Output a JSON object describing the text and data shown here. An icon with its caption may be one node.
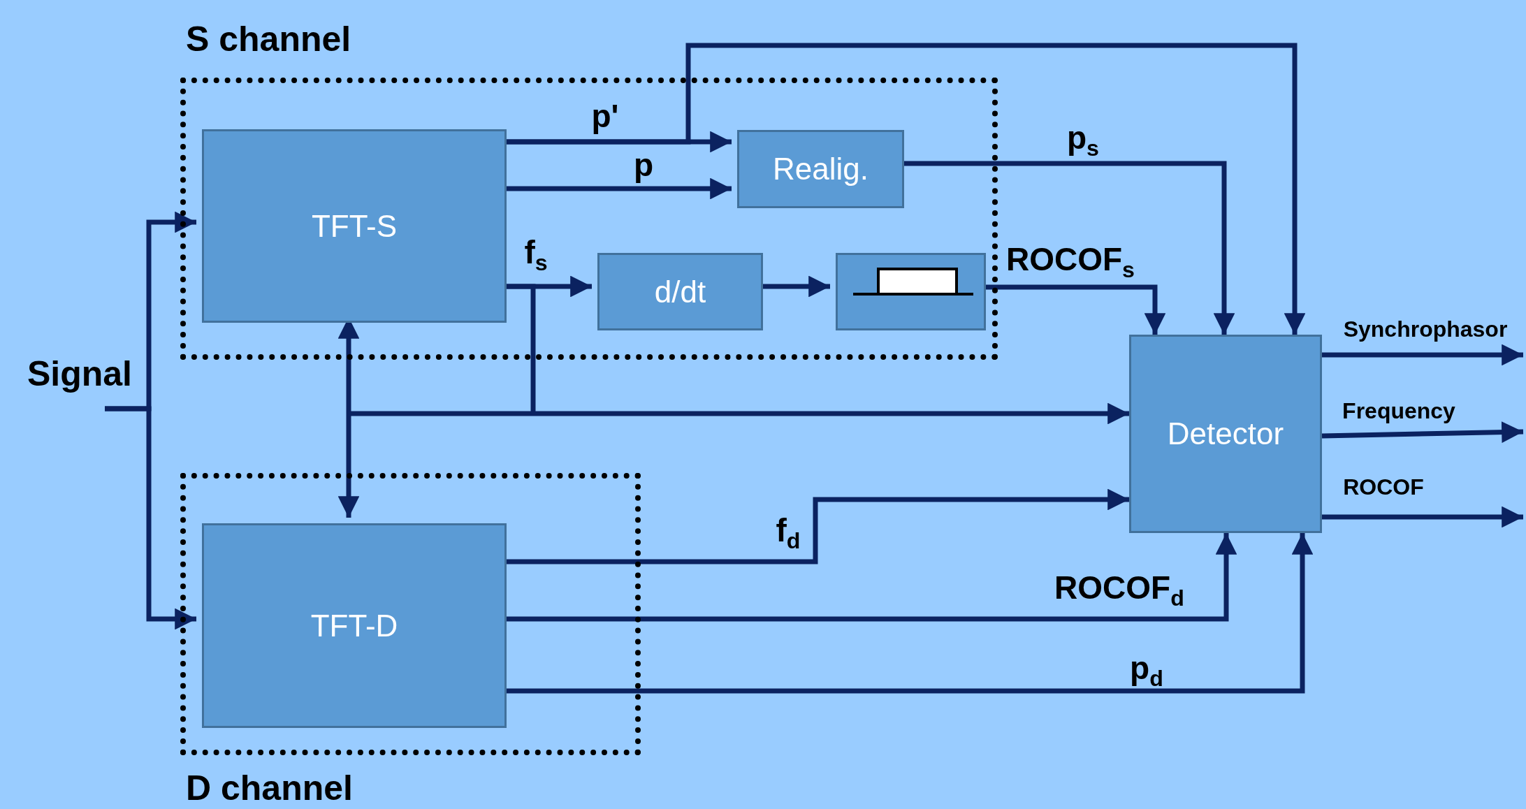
{
  "diagram": {
    "nodes": [
      {
        "text": [
          "S channel"
        ]
      },
      {
        "text": [
          "TFT-S"
        ],
        "in": 0
      },
      {
        "text": [
          "Realig."
        ],
        "in": 0
      },
      {
        "text": [
          "d/dt"
        ],
        "in": 0
      },
      {
        "text": [],
        "shape": "box",
        "in": 0
      },
      {
        "text": [
          "D channel"
        ]
      },
      {
        "text": [
          "TFT-D"
        ],
        "in": 5
      },
      {
        "text": [
          "Detector"
        ]
      },
      {
        "text": [
          "Signal"
        ]
      }
    ],
    "edges": [
      {
        "from": 8,
        "to": 1,
        "arrow": "to"
      },
      {
        "from": 8,
        "to": 6,
        "arrow": "to"
      },
      {
        "from": 1,
        "to": 2,
        "arrow": "to",
        "label": "p'"
      },
      {
        "from": 1,
        "to": 7,
        "arrow": "to"
      },
      {
        "from": 1,
        "to": 2,
        "arrow": "to",
        "label": "p"
      },
      {
        "from": 2,
        "to": 7,
        "arrow": "to",
        "label": "p$_{s}$"
      },
      {
        "from": 1,
        "to": 3,
        "arrow": "to",
        "label": "f$_{s}$"
      },
      {
        "from": 1,
        "to": 7,
        "arrow": "to"
      },
      {
        "from": 3,
        "to": 4,
        "arrow": "to"
      },
      {
        "from": 4,
        "to": 7,
        "arrow": "to",
        "label": "ROCOF$_{s}$"
      },
      {
        "from": 1,
        "to": 6,
        "arrow": "both"
      },
      {
        "from": 6,
        "to": 7,
        "arrow": "to",
        "label": "f$_{d}$"
      },
      {
        "from": 6,
        "to": 7,
        "arrow": "to",
        "label": "ROCOF$_{d}$"
      },
      {
        "from": 6,
        "to": 7,
        "arrow": "to",
        "label": "p$_{d}$"
      },
      {
        "from": 7,
        "to": null,
        "arrow": "to",
        "label": "Synchrophasor"
      },
      {
        "from": 7,
        "to": null,
        "arrow": "to",
        "label": "Frequency"
      },
      {
        "from": 7,
        "to": null,
        "arrow": "to",
        "label": "ROCOF"
      }
    ]
  }
}
